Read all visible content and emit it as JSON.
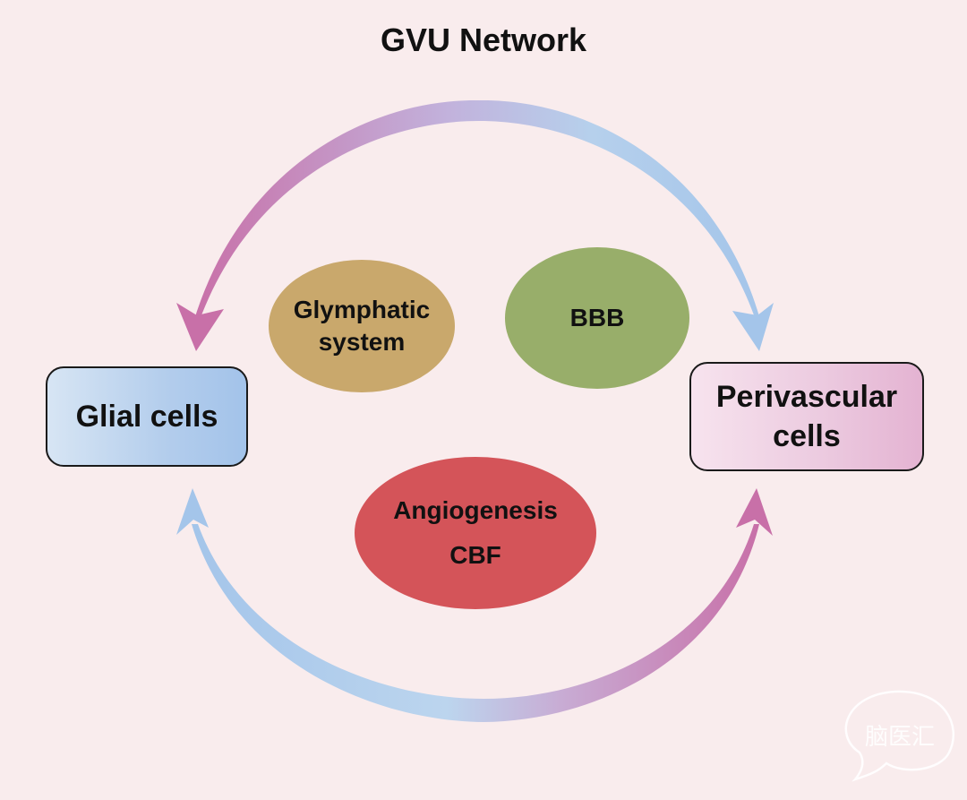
{
  "diagram": {
    "title": "GVU Network",
    "nodes": {
      "glial_cells": {
        "label": "Glial cells",
        "fill_from": "#d7e5f4",
        "fill_to": "#a3c3ea"
      },
      "perivascular_cells": {
        "lines": [
          "Perivascular",
          "cells"
        ],
        "fill_from": "#f7e3ee",
        "fill_to": "#e4b3d2"
      },
      "glymphatic_system": {
        "lines": [
          "Glymphatic",
          "system"
        ],
        "color": "#c9a86c"
      },
      "bbb": {
        "label": "BBB",
        "color": "#98ae6a"
      },
      "angiogenesis_cbf": {
        "lines": [
          "Angiogenesis",
          "CBF"
        ],
        "color": "#d45459"
      }
    },
    "edges": [
      {
        "from": "Perivascular cells",
        "to": "Glial cells",
        "path": "top arc",
        "color_start": "#a9c8ea",
        "color_end": "#c870a8"
      },
      {
        "from": "Glial cells",
        "to": "Perivascular cells",
        "path": "top arc",
        "color_start": "#c870a8",
        "color_end": "#a9c8ea"
      },
      {
        "from": "Perivascular cells",
        "to": "Glial cells",
        "path": "bottom arc",
        "color_start": "#c870a8",
        "color_end": "#a9c8ea"
      },
      {
        "from": "Glial cells",
        "to": "Perivascular cells",
        "path": "bottom arc",
        "color_start": "#a9c8ea",
        "color_end": "#c870a8"
      }
    ],
    "watermark": {
      "text": "脑医汇"
    }
  }
}
